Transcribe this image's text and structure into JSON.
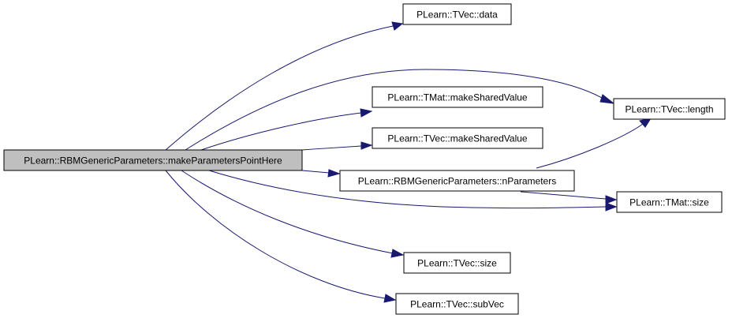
{
  "graph": {
    "root": "PLearn::RBMGenericParameters::makeParametersPointHere",
    "nodes": [
      {
        "id": "root",
        "label": "PLearn::RBMGenericParameters::makeParametersPointHere",
        "highlighted": true
      },
      {
        "id": "tvec_data",
        "label": "PLearn::TVec::data"
      },
      {
        "id": "tvec_length",
        "label": "PLearn::TVec::length"
      },
      {
        "id": "tmat_makeshared",
        "label": "PLearn::TMat::makeSharedValue"
      },
      {
        "id": "tvec_makeshared",
        "label": "PLearn::TVec::makeSharedValue"
      },
      {
        "id": "nparams",
        "label": "PLearn::RBMGenericParameters::nParameters"
      },
      {
        "id": "tmat_size",
        "label": "PLearn::TMat::size"
      },
      {
        "id": "tvec_size",
        "label": "PLearn::TVec::size"
      },
      {
        "id": "tvec_subvec",
        "label": "PLearn::TVec::subVec"
      }
    ],
    "edges": [
      {
        "from": "root",
        "to": "tvec_data"
      },
      {
        "from": "root",
        "to": "tvec_length"
      },
      {
        "from": "root",
        "to": "tmat_makeshared"
      },
      {
        "from": "root",
        "to": "tvec_makeshared"
      },
      {
        "from": "root",
        "to": "nparams"
      },
      {
        "from": "root",
        "to": "tmat_size"
      },
      {
        "from": "root",
        "to": "tvec_size"
      },
      {
        "from": "root",
        "to": "tvec_subvec"
      },
      {
        "from": "nparams",
        "to": "tvec_length"
      },
      {
        "from": "nparams",
        "to": "tmat_size"
      }
    ],
    "colors": {
      "edge": "#191970",
      "root_fill": "#bfbfbf",
      "node_fill": "#ffffff",
      "border": "#000000"
    }
  }
}
